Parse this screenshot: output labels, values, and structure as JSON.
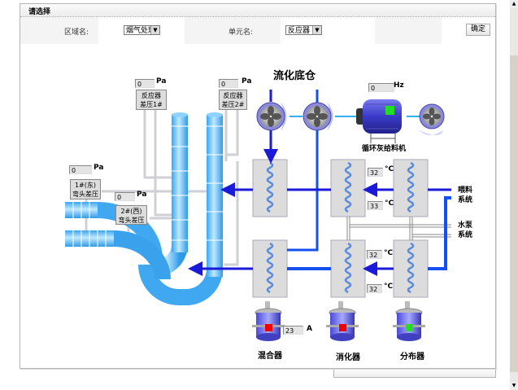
{
  "panel": {
    "title": "请选择"
  },
  "filter": {
    "region_label": "区域名:",
    "region_value": "烟气处理",
    "unit_label": "单元名:",
    "unit_value": "反应器",
    "confirm_label": "确定"
  },
  "diagram": {
    "title": "流化底仓",
    "feeder": {
      "label": "循环灰给料机",
      "value": "0",
      "unit": "Hz",
      "status_color": "#22dd22"
    },
    "reactor_dp1": {
      "value": "0",
      "unit": "Pa",
      "label_line1": "反应器",
      "label_line2": "差压1#"
    },
    "reactor_dp2": {
      "value": "0",
      "unit": "Pa",
      "label_line1": "反应器",
      "label_line2": "差压2#"
    },
    "elbow_dp1": {
      "value": "0",
      "unit": "Pa",
      "label_line1": "1#(东)",
      "label_line2": "弯头差压"
    },
    "elbow_dp2": {
      "value": "0",
      "unit": "Pa",
      "label_line1": "2#(西)",
      "label_line2": "弯头差压"
    },
    "temps": [
      {
        "value": "32",
        "unit": "°C"
      },
      {
        "value": "33",
        "unit": "°C"
      },
      {
        "value": "32",
        "unit": "°C"
      },
      {
        "value": "32",
        "unit": "°C"
      }
    ],
    "spray_system": {
      "line1": "喂料",
      "line2": "系统"
    },
    "pump_system": {
      "line1": "水泵",
      "line2": "系统"
    },
    "mixer": {
      "label": "混合器",
      "value": "23",
      "unit": "A",
      "status_color": "#ee0000"
    },
    "digester": {
      "label": "消化器",
      "status_color": "#ee0000"
    },
    "distributor": {
      "label": "分布器",
      "status_color": "#22dd22"
    }
  }
}
